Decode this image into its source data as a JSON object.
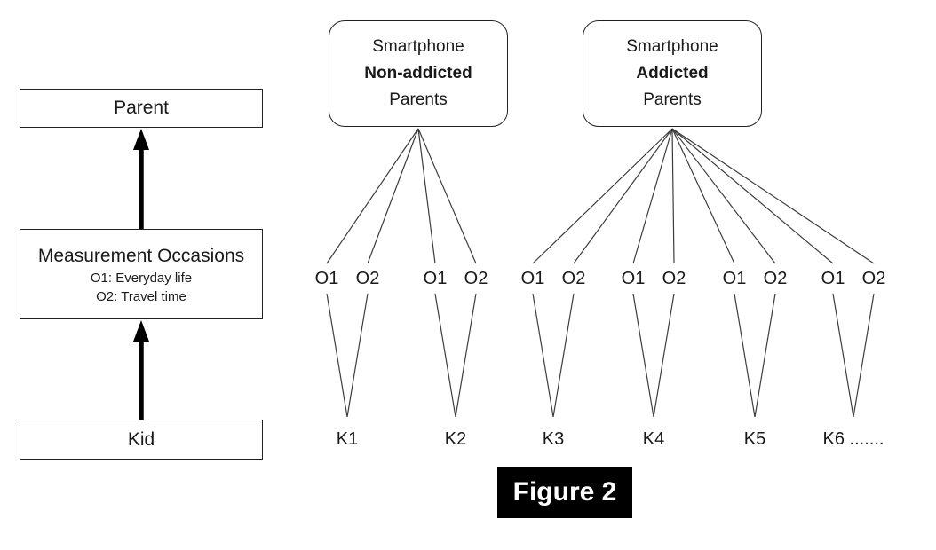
{
  "figure": {
    "caption": "Figure 2"
  },
  "left_flow": {
    "parent_label": "Parent",
    "measurement": {
      "title": "Measurement Occasions",
      "sub1": "O1: Everyday life",
      "sub2": "O2: Travel time"
    },
    "kid_label": "Kid"
  },
  "groups": [
    {
      "title_line1": "Smartphone",
      "title_line2": "Non-addicted",
      "title_line3": "Parents",
      "kids": [
        {
          "label": "K1",
          "occasions": [
            "O1",
            "O2"
          ]
        },
        {
          "label": "K2",
          "occasions": [
            "O1",
            "O2"
          ]
        }
      ]
    },
    {
      "title_line1": "Smartphone",
      "title_line2": "Addicted",
      "title_line3": "Parents",
      "kids": [
        {
          "label": "K3",
          "occasions": [
            "O1",
            "O2"
          ]
        },
        {
          "label": "K4",
          "occasions": [
            "O1",
            "O2"
          ]
        },
        {
          "label": "K5",
          "occasions": [
            "O1",
            "O2"
          ]
        },
        {
          "label": "K6 .......",
          "occasions": [
            "O1",
            "O2"
          ]
        }
      ]
    }
  ],
  "colors": {
    "background": "#ffffff",
    "text": "#1a1a1a",
    "box_border": "#222222",
    "thin_line": "#3d3d3d",
    "arrow": "#000000",
    "caption_bg": "#000000",
    "caption_text": "#ffffff"
  }
}
